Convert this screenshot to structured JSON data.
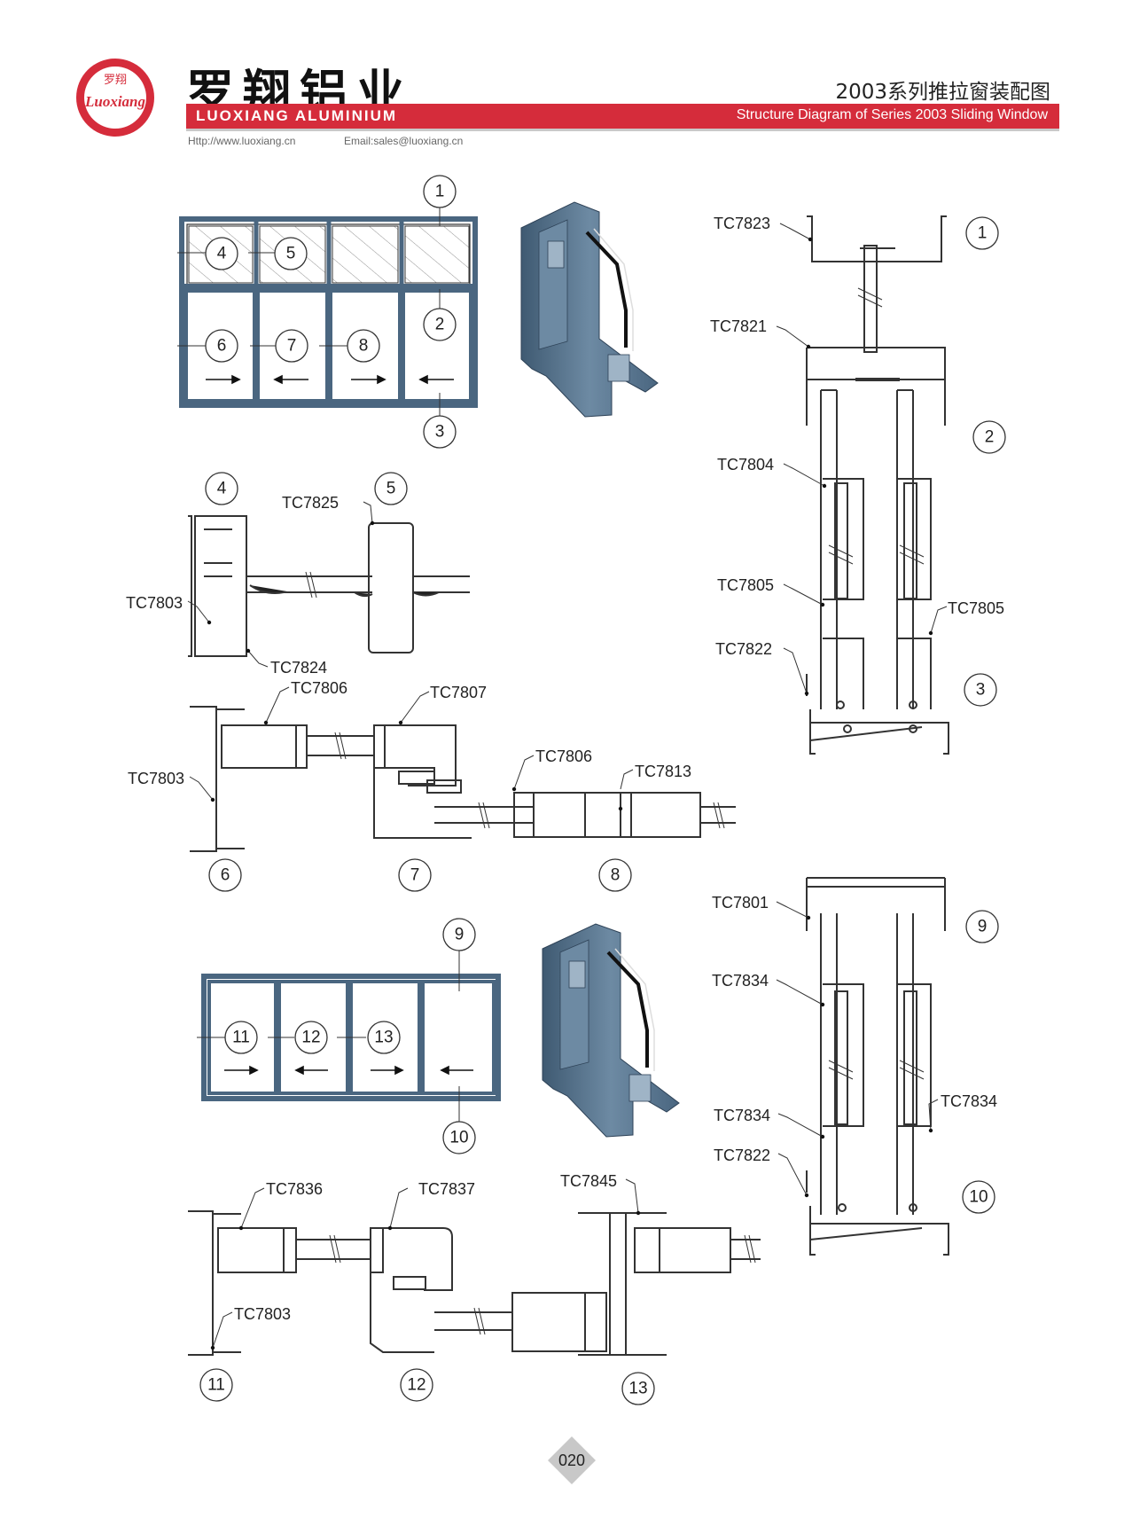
{
  "header": {
    "brand_cn": "罗翔铝业",
    "brand_en": "LUOXIANG ALUMINIUM",
    "logo_text_cn": "罗翔",
    "logo_text_en": "Luoxiang",
    "website": "Http://www.luoxiang.cn",
    "email": "Email:sales@luoxiang.cn",
    "title_cn": "2003系列推拉窗装配图",
    "title_en": "Structure Diagram of Series 2003 Sliding Window"
  },
  "callouts": {
    "c1": "1",
    "c2": "2",
    "c3": "3",
    "c4": "4",
    "c5": "5",
    "c6": "6",
    "c7": "7",
    "c8": "8",
    "c9": "9",
    "c10": "10",
    "c11": "11",
    "c12": "12",
    "c13": "13"
  },
  "labels": {
    "tc7823": "TC7823",
    "tc7821": "TC7821",
    "tc7804": "TC7804",
    "tc7805_left": "TC7805",
    "tc7805_right": "TC7805",
    "tc7822_top": "TC7822",
    "tc7825": "TC7825",
    "tc7803_a": "TC7803",
    "tc7824": "TC7824",
    "tc7806_a": "TC7806",
    "tc7807": "TC7807",
    "tc7803_b": "TC7803",
    "tc7806_b": "TC7806",
    "tc7813": "TC7813",
    "tc7801": "TC7801",
    "tc7834_a": "TC7834",
    "tc7834_b": "TC7834",
    "tc7834_c": "TC7834",
    "tc7822_bottom": "TC7822",
    "tc7836": "TC7836",
    "tc7837": "TC7837",
    "tc7845": "TC7845",
    "tc7803_c": "TC7803"
  },
  "page_number": "020",
  "colors": {
    "brand_red": "#d52c3b",
    "frame_blue": "#4a6680",
    "profile_blue": "#5d7a93"
  }
}
